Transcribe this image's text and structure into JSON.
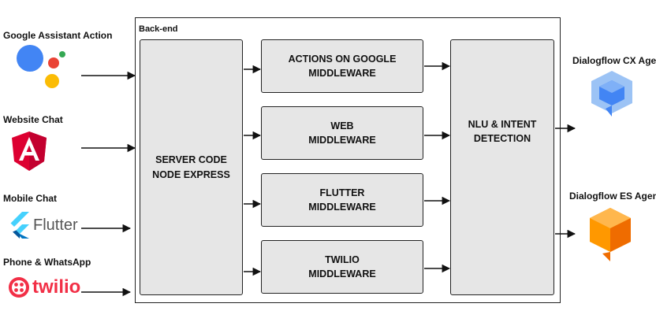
{
  "sources": [
    {
      "label": "Google Assistant Action",
      "icon": "google-assistant-icon"
    },
    {
      "label": "Website Chat",
      "icon": "angular-icon"
    },
    {
      "label": "Mobile Chat",
      "icon": "flutter-icon",
      "logo_text": "Flutter"
    },
    {
      "label": "Phone & WhatsApp",
      "icon": "twilio-icon",
      "logo_text": "twilio"
    }
  ],
  "backend": {
    "label": "Back-end",
    "server": {
      "line1": "SERVER CODE",
      "line2": "NODE EXPRESS"
    },
    "middlewares": [
      {
        "line1": "ACTIONS ON GOOGLE",
        "line2": "MIDDLEWARE"
      },
      {
        "line1": "WEB",
        "line2": "MIDDLEWARE"
      },
      {
        "line1": "FLUTTER",
        "line2": "MIDDLEWARE"
      },
      {
        "line1": "TWILIO",
        "line2": "MIDDLEWARE"
      }
    ],
    "nlu": {
      "line1": "NLU & INTENT",
      "line2": "DETECTION"
    }
  },
  "targets": [
    {
      "label": "Dialogflow CX Agent",
      "icon": "dialogflow-cx-icon"
    },
    {
      "label": "Dialogflow ES Agent",
      "icon": "dialogflow-es-icon"
    }
  ],
  "colors": {
    "box_fill": "#e6e6e6",
    "google_blue": "#4285F4",
    "google_red": "#EA4335",
    "google_yellow": "#FBBC05",
    "google_green": "#34A853",
    "angular_red": "#DD0031",
    "flutter_blue": "#45D1FD",
    "twilio_red": "#F22F46",
    "dialogflow_cx_blue": "#4285F4",
    "dialogflow_es_orange": "#FF9800"
  }
}
